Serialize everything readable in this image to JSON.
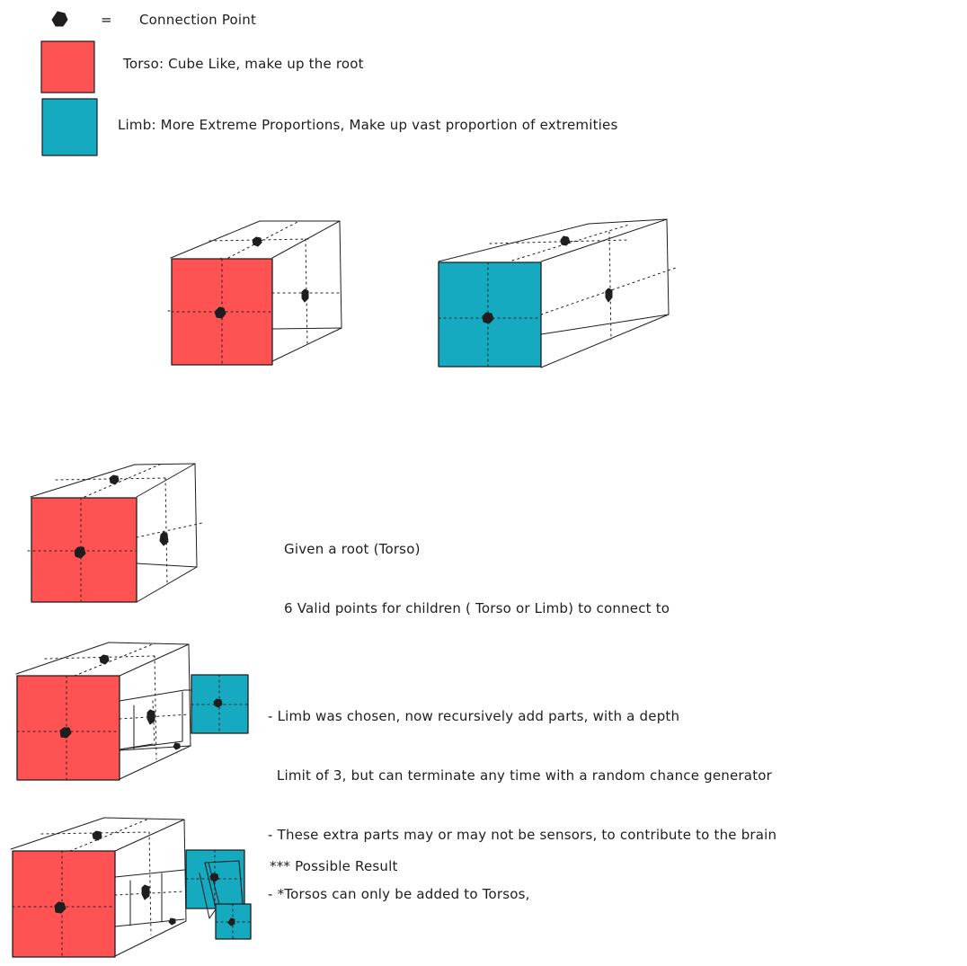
{
  "legend": {
    "equals_sign": "=",
    "connection_point": "Connection Point",
    "torso": "Torso: Cube Like, make up the root",
    "limb": "Limb: More Extreme Proportions, Make up vast proportion of extremities"
  },
  "notes": {
    "root_lines": [
      "Given a root (Torso)",
      "6 Valid points for children ( Torso or Limb) to connect to"
    ],
    "recursion_lines": [
      "- Limb was chosen, now recursively add parts, with a depth",
      "  Limit of 3, but can terminate any time with a random chance generator",
      "- These extra parts may or may not be sensors, to contribute to the brain",
      "- *Torsos can only be added to Torsos,"
    ],
    "result_line": "*** Possible Result"
  },
  "colors": {
    "torso": "#ff5252",
    "limb": "#15aabf",
    "stroke": "#1e1e1e"
  }
}
